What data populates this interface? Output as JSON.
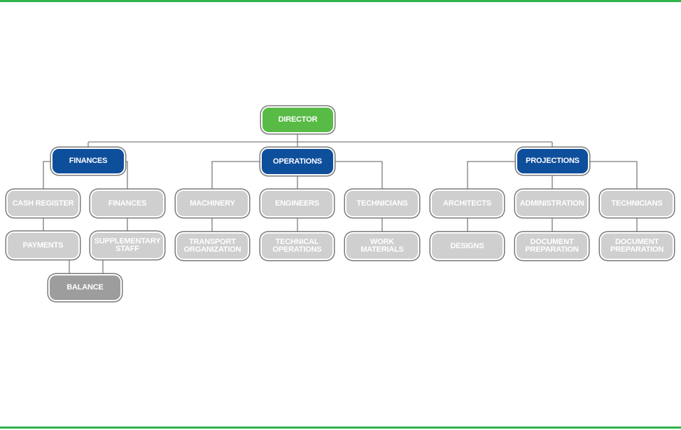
{
  "colors": {
    "frame": "#2fb34a",
    "director": "#58bb46",
    "department": "#0e4f9c",
    "unit": "#cfcfcf",
    "balance": "#9d9d9d",
    "connector": "#7d7d7d"
  },
  "chart": {
    "director": "DIRECTOR",
    "departments": {
      "finances": {
        "label": "FINANCES",
        "cash_register": "CASH REGISTER",
        "payments": "PAYMENTS",
        "finances_unit": "FINANCES",
        "supplementary_staff": "SUPPLEMENTARY\nSTAFF",
        "balance": "BALANCE"
      },
      "operations": {
        "label": "OPERATIONS",
        "machinery": "MACHINERY",
        "transport_organization": "TRANSPORT\nORGANIZATION",
        "engineers": "ENGINEERS",
        "technical_operations": "TECHNICAL\nOPERATIONS",
        "technicians": "TECHNICIANS",
        "work_materials": "WORK\nMATERIALS"
      },
      "projections": {
        "label": "PROJECTIONS",
        "architects": "ARCHITECTS",
        "designs": "DESIGNS",
        "administration": "ADMINISTRATION",
        "document_preparation_admin": "DOCUMENT\nPREPARATION",
        "technicians": "TECHNICIANS",
        "document_preparation_tech": "DOCUMENT\nPREPARATION"
      }
    }
  }
}
